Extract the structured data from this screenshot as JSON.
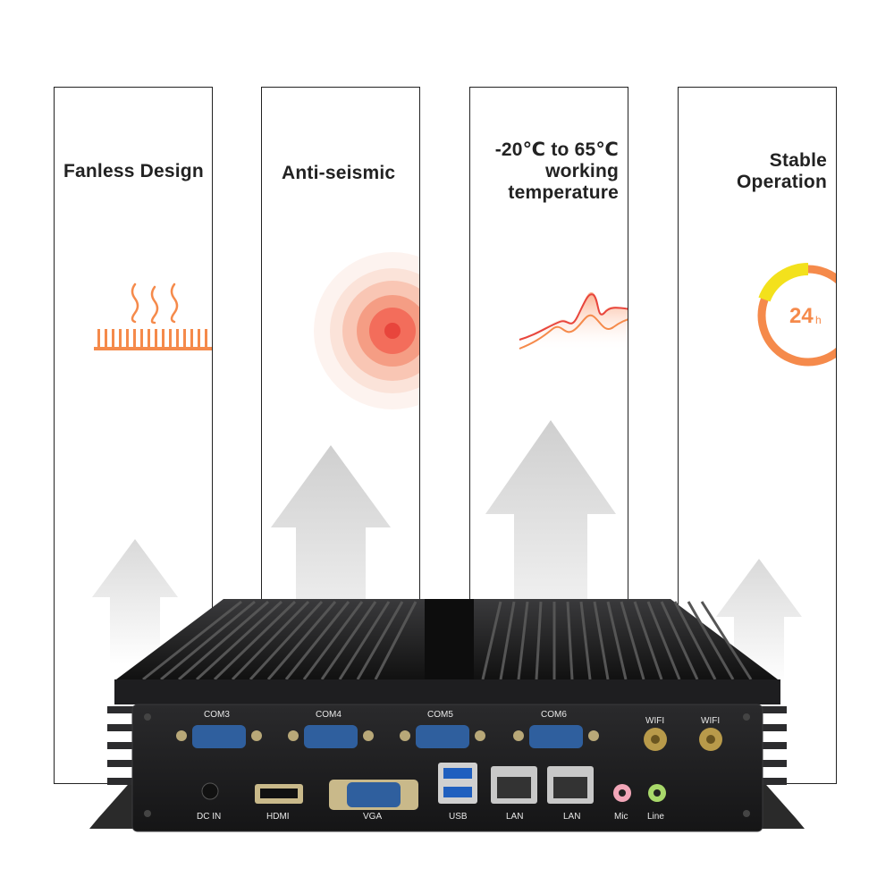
{
  "features": [
    {
      "title_lines": [
        "Fanless Design"
      ],
      "icon": "heatsink-heat-icon"
    },
    {
      "title_lines": [
        "Anti-seismic"
      ],
      "icon": "vibration-target-icon"
    },
    {
      "title_lines": [
        "-20℃ to 65℃",
        "working",
        "temperature"
      ],
      "icon": "temperature-wave-icon"
    },
    {
      "title_lines": [
        "Stable",
        "Operation"
      ],
      "icon": "24h-clock-icon",
      "icon_text": "24",
      "icon_sub": "h"
    }
  ],
  "device": {
    "ports": {
      "com3": "COM3",
      "com4": "COM4",
      "com5": "COM5",
      "com6": "COM6",
      "wifi1": "WIFI",
      "wifi2": "WIFI",
      "dc_in": "DC IN",
      "hdmi": "HDMI",
      "vga": "VGA",
      "usb": "USB",
      "lan1": "LAN",
      "lan2": "LAN",
      "mic": "Mic",
      "line": "Line"
    }
  },
  "colors": {
    "accent_orange": "#f58a4b",
    "accent_red": "#e8453c",
    "accent_yellow": "#f3e11c",
    "device_body": "#1c1c1e",
    "port_blue": "#2f5f9e"
  }
}
